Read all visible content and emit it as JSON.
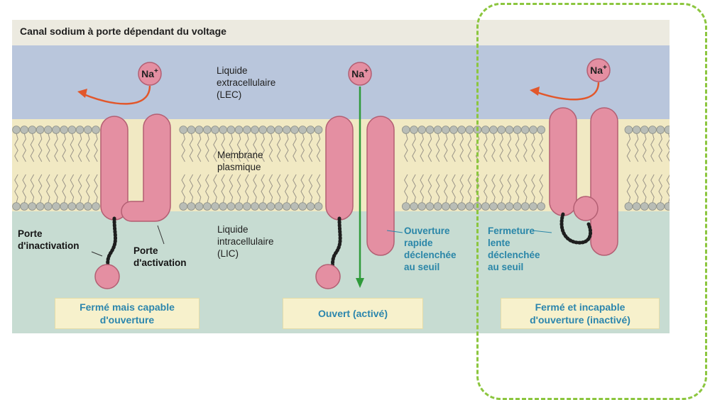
{
  "title": "Canal sodium à porte dépendant du voltage",
  "ion": {
    "symbol": "Na",
    "charge": "+"
  },
  "regions": {
    "lec": [
      "Liquide",
      "extracellulaire",
      "(LEC)"
    ],
    "membrane": [
      "Membrane",
      "plasmique"
    ],
    "lic": [
      "Liquide",
      "intracellulaire",
      "(LIC)"
    ]
  },
  "parts": {
    "inactivation_gate": [
      "Porte",
      "d'inactivation"
    ],
    "activation_gate": [
      "Porte",
      "d'activation"
    ]
  },
  "annotations": {
    "fast_opening": [
      "Ouverture",
      "rapide",
      "déclenchée",
      "au seuil"
    ],
    "slow_closing": [
      "Fermeture",
      "lente",
      "déclenchée",
      "au seuil"
    ]
  },
  "states": {
    "closed_capable": [
      "Fermé mais capable",
      "d'ouverture"
    ],
    "open": [
      "Ouvert (activé)"
    ],
    "inactivated": [
      "Fermé et incapable",
      "d'ouverture (inactivé)"
    ]
  },
  "colors": {
    "ecf": "#b9c6dc",
    "membrane": "#f1e9c3",
    "icf": "#c7dcd2",
    "protein": "#e48fa2",
    "protein_outline": "#b35f73",
    "arrow_red": "#e2572b",
    "arrow_green": "#2f9a3a",
    "label_blue": "#2a86a8",
    "state_box": "#f7f1cc",
    "dashed_frame": "#8cc63f"
  }
}
